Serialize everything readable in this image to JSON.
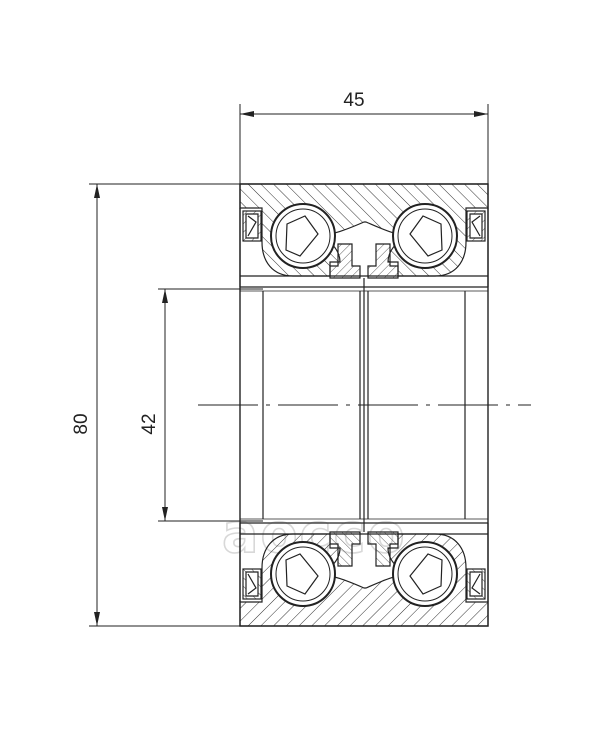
{
  "dimensions": {
    "width": "45",
    "outer_diameter": "80",
    "inner_diameter": "42"
  },
  "watermark": "aocco",
  "colors": {
    "line": "#222222",
    "hatch": "#333333",
    "background": "#ffffff",
    "watermark": "#d8d8d8"
  }
}
